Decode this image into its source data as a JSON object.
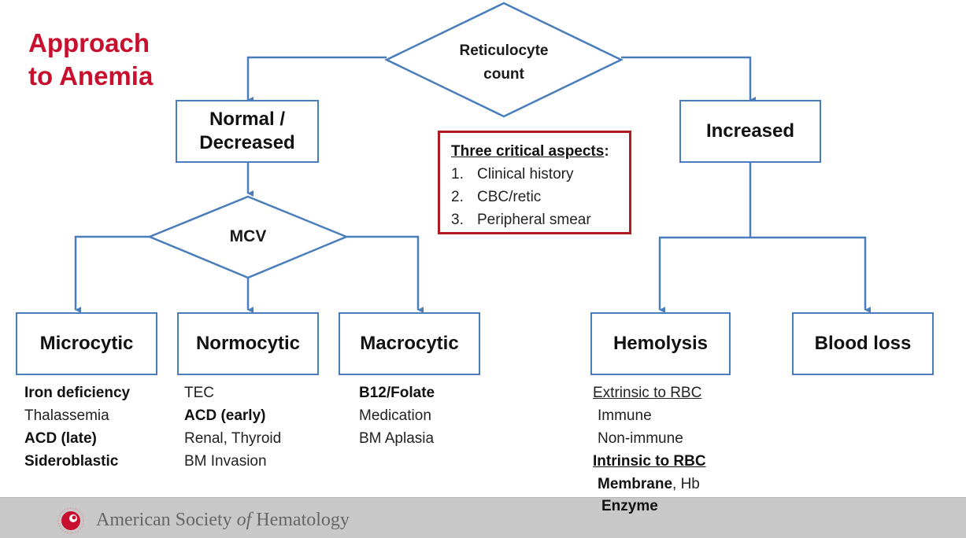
{
  "title": {
    "line1": "Approach",
    "line2": "to Anemia"
  },
  "colors": {
    "title": "#c8102e",
    "connector": "#4a7ebb",
    "critical_border": "#b01c23",
    "footer_bg": "#c8c8c8"
  },
  "nodes": {
    "reticulocyte": {
      "line1": "Reticulocyte",
      "line2": "count"
    },
    "normal_decreased": {
      "line1": "Normal /",
      "line2": "Decreased"
    },
    "increased": {
      "label": "Increased"
    },
    "mcv": {
      "label": "MCV"
    },
    "microcytic": {
      "label": "Microcytic"
    },
    "normocytic": {
      "label": "Normocytic"
    },
    "macrocytic": {
      "label": "Macrocytic"
    },
    "hemolysis": {
      "label": "Hemolysis"
    },
    "blood_loss": {
      "label": "Blood loss"
    }
  },
  "critical_aspects": {
    "heading": "Three critical aspects",
    "items": [
      {
        "num": "1.",
        "text": "Clinical history"
      },
      {
        "num": "2.",
        "text": "CBC/retic"
      },
      {
        "num": "3.",
        "text": "Peripheral smear"
      }
    ]
  },
  "lists": {
    "microcytic": [
      "Iron deficiency",
      "Thalassemia",
      "ACD (late)",
      "Sideroblastic"
    ],
    "normocytic": [
      "TEC",
      "ACD (early)",
      "Renal, Thyroid",
      "BM Invasion"
    ],
    "macrocytic": [
      "B12/Folate",
      "Medication",
      "BM Aplasia"
    ],
    "hemolysis": {
      "extrinsic_heading": "Extrinsic to RBC",
      "extrinsic": [
        "Immune",
        "Non-immune"
      ],
      "intrinsic_heading": "Intrinsic to RBC",
      "membrane": "Membrane",
      "hb": ", Hb",
      "enzyme": "Enzyme"
    }
  },
  "footer": {
    "society_pre": "American Society ",
    "society_of": "of",
    "society_post": " Hematology",
    "logo_icon": "ash-logo-icon"
  }
}
